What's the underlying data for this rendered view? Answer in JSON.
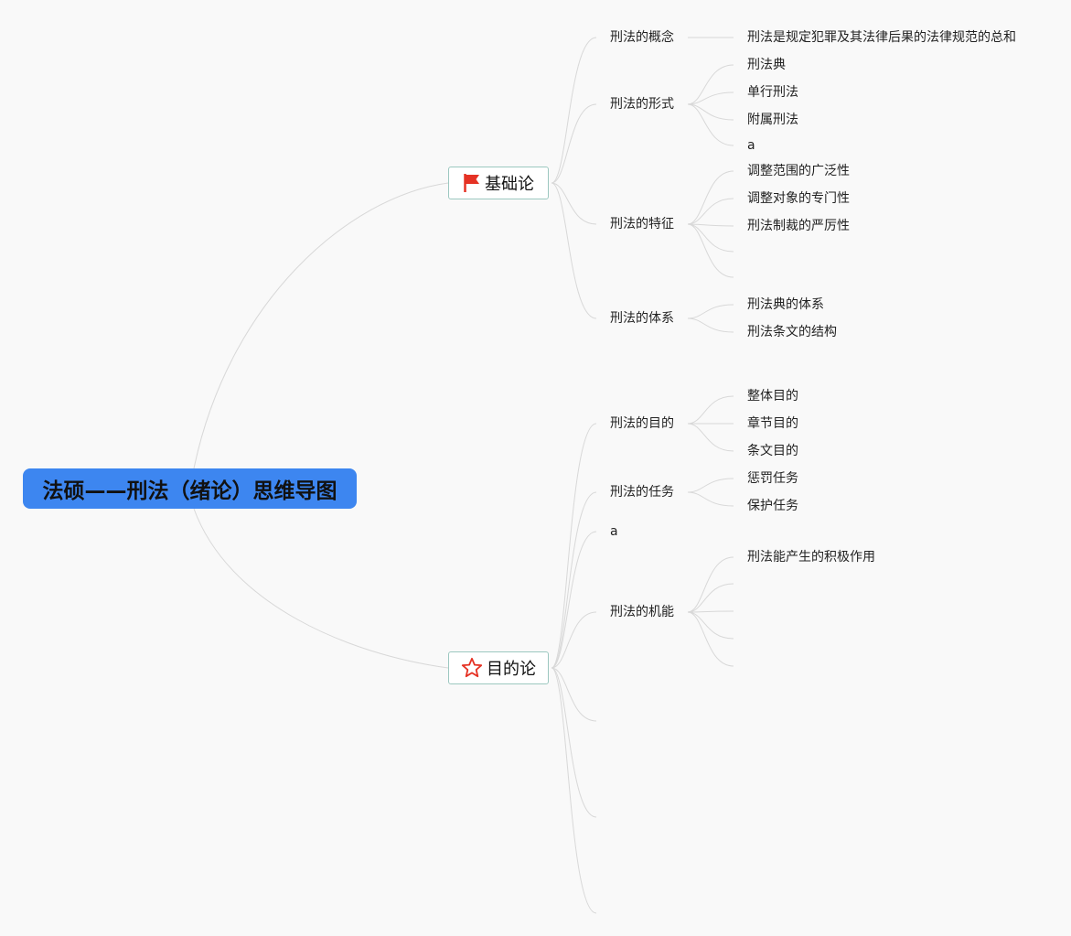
{
  "root": {
    "label": "法硕——刑法（绪论）思维导图"
  },
  "branches": [
    {
      "label": "基础论",
      "icon": "red-flag-icon",
      "children": [
        {
          "label": "刑法的概念",
          "children": [
            "刑法是规定犯罪及其法律后果的法律规范的总和"
          ]
        },
        {
          "label": "刑法的形式",
          "children": [
            "刑法典",
            "单行刑法",
            "附属刑法",
            "a"
          ]
        },
        {
          "label": "刑法的特征",
          "children": [
            "调整范围的广泛性",
            "调整对象的专门性",
            "刑法制裁的严厉性",
            "",
            ""
          ]
        },
        {
          "label": "刑法的体系",
          "children": [
            "刑法典的体系",
            "刑法条文的结构"
          ]
        }
      ]
    },
    {
      "label": "目的论",
      "icon": "red-star-icon",
      "children": [
        {
          "label": "刑法的目的",
          "children": [
            "整体目的",
            "章节目的",
            "条文目的"
          ]
        },
        {
          "label": "刑法的任务",
          "children": [
            "惩罚任务",
            "保护任务"
          ]
        },
        {
          "label": "a",
          "children": []
        },
        {
          "label": "刑法的机能",
          "children": [
            "刑法能产生的积极作用",
            "",
            "",
            "",
            ""
          ]
        },
        {
          "label": "",
          "children": []
        },
        {
          "label": "",
          "children": []
        },
        {
          "label": "",
          "children": []
        }
      ]
    }
  ],
  "colors": {
    "root_bg": "#3d86f0",
    "main_border": "#9cc8c0",
    "line": "#d8d8d8",
    "icon_red": "#e53224"
  }
}
